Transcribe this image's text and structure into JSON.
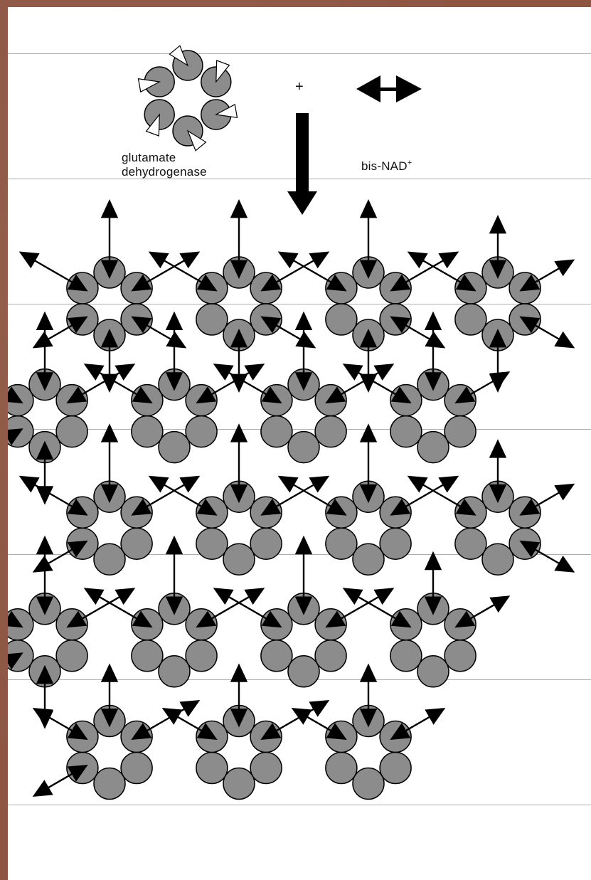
{
  "labels": {
    "enzyme_line1": "glutamate",
    "enzyme_line2": "dehydrogenase",
    "plus": "+",
    "ligand_base": "bis-NAD",
    "ligand_sup": "+"
  },
  "colors": {
    "frame": "#8e5543",
    "canvas": "#ffffff",
    "rule": "#c9a692",
    "subunit_fill": "#8c8c8c",
    "stroke": "#000000",
    "arrow": "#000000"
  },
  "icons": {
    "enzyme": "hexamer-ring-icon",
    "ligand": "double-headed-arrow-icon",
    "reaction": "down-arrow-icon"
  }
}
